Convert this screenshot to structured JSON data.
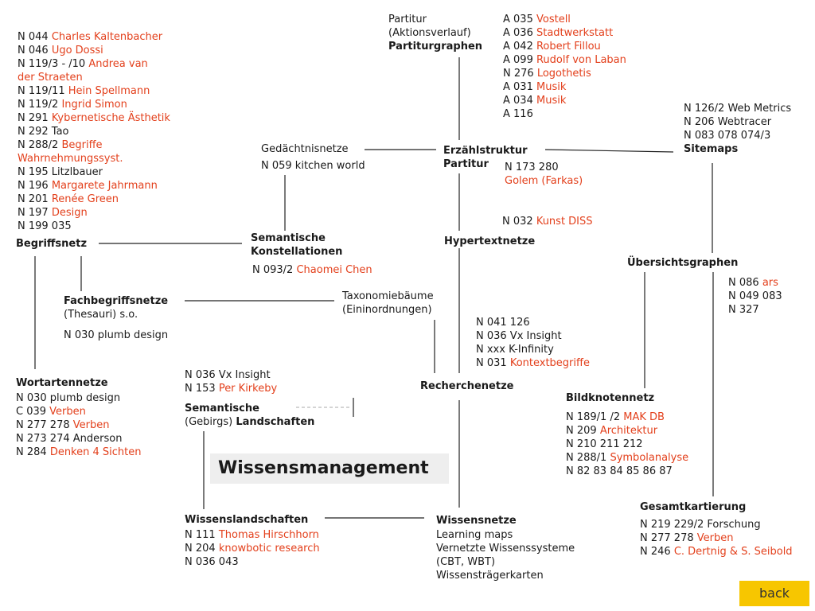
{
  "title": "Wissensmanagement",
  "back_label": "back",
  "blocks": {
    "begriffsliste": [
      {
        "code": "N 044 ",
        "link": "Charles Kaltenbacher"
      },
      {
        "code": "N 046 ",
        "link": "Ugo Dossi"
      },
      {
        "code": "N 119/3 - /10 ",
        "link": "Andrea van"
      },
      {
        "code": "",
        "link": "der Straeten"
      },
      {
        "code": "N 119/11 ",
        "link": "Hein Spellmann"
      },
      {
        "code": "N 119/2 ",
        "link": "Ingrid Simon"
      },
      {
        "code": "N 291 ",
        "link": "Kybernetische Ästhetik"
      },
      {
        "code": "N 292 Tao",
        "link": ""
      },
      {
        "code": "N 288/2 ",
        "link": "Begriffe"
      },
      {
        "code": "",
        "link": "Wahrnehmungssyst."
      },
      {
        "code": "N 195 Litzlbauer",
        "link": ""
      },
      {
        "code": "N 196 ",
        "link": "Margarete Jahrmann"
      },
      {
        "code": "N 201 ",
        "link": "Renée Green"
      },
      {
        "code": "N 197 ",
        "link": "Design"
      },
      {
        "code": "N 199 035",
        "link": ""
      }
    ],
    "partitur_text": [
      "Partitur",
      "(Aktionsverlauf)"
    ],
    "partiturgraphen": "Partiturgraphen",
    "partitur_refs": [
      {
        "code": "A 035 ",
        "link": "Vostell"
      },
      {
        "code": "A 036 ",
        "link": "Stadtwerkstatt"
      },
      {
        "code": "A 042 ",
        "link": "Robert Fillou"
      },
      {
        "code": "A 099 ",
        "link": "Rudolf von Laban"
      },
      {
        "code": "N 276 ",
        "link": "Logothetis"
      },
      {
        "code": "A 031 ",
        "link": "Musik"
      },
      {
        "code": "A 034 ",
        "link": "Musik"
      },
      {
        "code": "A 116",
        "link": ""
      }
    ],
    "sitemap_refs": [
      "N 126/2 Web Metrics",
      "N 206 Webtracer",
      "N 083 078 074/3"
    ],
    "sitemaps": "Sitemaps",
    "gedaechtnis": "Gedächtnisnetze",
    "gedaechtnis_ref": "N 059 kitchen world",
    "erzaehl": [
      "Erzählstruktur",
      "Partitur"
    ],
    "erzaehl_refs": [
      {
        "code": "N 173  280",
        "link": ""
      },
      {
        "code": "",
        "link": "Golem (Farkas)"
      }
    ],
    "kunst_diss": {
      "code": "N 032 ",
      "link": "Kunst DISS"
    },
    "begriffsnetz": "Begriffsnetz",
    "semantische_konst": [
      "Semantische",
      "Konstellationen"
    ],
    "konst_ref": {
      "code": "N 093/2 ",
      "link": "Chaomei Chen"
    },
    "hypertextnetze": "Hypertextnetze",
    "uebersicht": "Übersichtsgraphen",
    "uebersicht_refs": [
      {
        "code": "N 086 ",
        "link": "ars"
      },
      {
        "code": "N 049 083",
        "link": ""
      },
      {
        "code": "N 327",
        "link": ""
      }
    ],
    "fachbegriff": "Fachbegriffsnetze",
    "fachbegriff_sub": "(Thesauri) s.o.",
    "fachbegriff_ref": "N 030 plumb design",
    "taxonomie": [
      "Taxonomiebäume",
      "(Eininordnungen)"
    ],
    "recherche_refs": [
      {
        "code": "N 041 126",
        "link": ""
      },
      {
        "code": "N 036 Vx Insight",
        "link": ""
      },
      {
        "code": "N xxx K-Infinity",
        "link": ""
      },
      {
        "code": "N 031 ",
        "link": "Kontextbegriffe"
      }
    ],
    "recherchenetze": "Recherchenetze",
    "wortarten": "Wortartennetze",
    "wortarten_refs": [
      {
        "code": "N 030 plumb design",
        "link": ""
      },
      {
        "code": "C 039 ",
        "link": "Verben"
      },
      {
        "code": "N 277 278 ",
        "link": "Verben"
      },
      {
        "code": "N 273 274 Anderson",
        "link": ""
      },
      {
        "code": "N 284 ",
        "link": "Denken 4 Sichten"
      }
    ],
    "landschaft_refs": [
      {
        "code": "N 036 Vx Insight",
        "link": ""
      },
      {
        "code": "N 153 ",
        "link": "Per Kirkeby"
      }
    ],
    "sem_landschaft": {
      "bold1": "Semantische",
      "plain": "(Gebirgs) ",
      "bold2": "Landschaften"
    },
    "bildknoten": "Bildknotennetz",
    "bildknoten_refs": [
      {
        "code": "N 189/1 /2 ",
        "link": "MAK DB"
      },
      {
        "code": "N 209 ",
        "link": "Architektur"
      },
      {
        "code": "N 210 211 212",
        "link": ""
      },
      {
        "code": "N 288/1 ",
        "link": "Symbolanalyse"
      },
      {
        "code": "N 82 83 84 85 86 87",
        "link": ""
      }
    ],
    "gesamt": "Gesamtkartierung",
    "gesamt_refs": [
      {
        "code": "N 219 229/2 Forschung",
        "link": ""
      },
      {
        "code": "N 277 278 ",
        "link": "Verben"
      },
      {
        "code": "N 246 ",
        "link": "C. Dertnig & S. Seibold"
      }
    ],
    "wissenslandschaften": "Wissenslandschaften",
    "wl_refs": [
      {
        "code": "N 111 ",
        "link": "Thomas Hirschhorn"
      },
      {
        "code": "N 204 ",
        "link": "knowbotic research"
      },
      {
        "code": "N 036 043",
        "link": ""
      }
    ],
    "wissensnetze": "Wissensnetze",
    "wn_items": [
      "Learning maps",
      "Vernetzte Wissenssysteme",
      "(CBT, WBT)",
      "Wissensträgerkarten"
    ]
  }
}
